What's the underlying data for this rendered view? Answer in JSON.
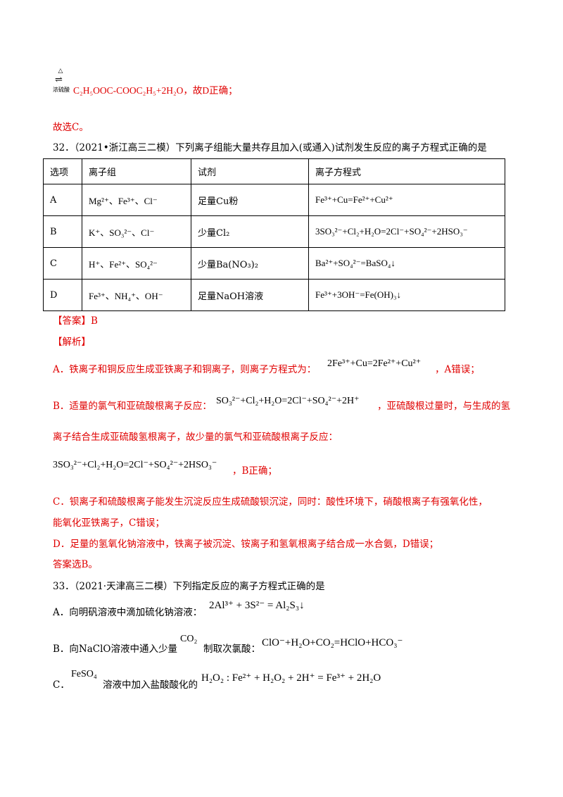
{
  "top": {
    "delta": "△",
    "eq": "⇌",
    "catalyst": "浓硫酸",
    "product": "C₂H₅OOC-COOC₂H₅+2H₂O，故D正确；",
    "conclusion": "故选C。"
  },
  "q32": {
    "stem": "32．（2021•浙江高三二模）下列离子组能大量共存且加入(或通入)试剂发生反应的离子方程式正确的是",
    "headers": [
      "选项",
      "离子组",
      "试剂",
      "离子方程式"
    ],
    "rows": [
      {
        "opt": "A",
        "ions": "Mg²⁺、Fe³⁺、Cl⁻",
        "reagent": "足量Cu粉",
        "eq": "Fe³⁺+Cu=Fe²⁺+Cu²⁺"
      },
      {
        "opt": "B",
        "ions": "K⁺、SO₃²⁻、Cl⁻",
        "reagent": "少量Cl₂",
        "eq": "3SO₃²⁻+Cl₂+H₂O=2Cl⁻+SO₄²⁻+2HSO₃⁻"
      },
      {
        "opt": "C",
        "ions": "H⁺、Fe²⁺、SO₄²⁻",
        "reagent": "少量Ba(NO₃)₂",
        "eq": "Ba²⁺+SO₄²⁻=BaSO₄↓"
      },
      {
        "opt": "D",
        "ions": "Fe³⁺、NH₄⁺、OH⁻",
        "reagent": "足量NaOH溶液",
        "eq": "Fe³⁺+3OH⁻=Fe(OH)₃↓"
      }
    ],
    "answer": "【答案】B",
    "analysis_title": "【解析】",
    "analysis": {
      "a_text": "A．铁离子和铜反应生成亚铁离子和铜离子，则离子方程式为：",
      "a_eq": "2Fe³⁺+Cu=2Fe²⁺+Cu²⁺",
      "a_tail": "，A错误；",
      "b_text": "B．适量的氯气和亚硫酸根离子反应：",
      "b_eq": "SO₃²⁻+Cl₂+H₂O=2Cl⁻+SO₄²⁻+2H⁺",
      "b_tail": "，亚硫酸根过量时，与生成的氢",
      "b_line2": "离子结合生成亚硫酸氢根离子，故少量的氯气和亚硫酸根离子反应：",
      "b_eq2": "3SO₃²⁻+Cl₂+H₂O=2Cl⁻+SO₄²⁻+2HSO₃⁻",
      "b_tail2": "，B正确；",
      "c_line1": "C．钡离子和硫酸根离子能发生沉淀反应生成硫酸钡沉淀，同时：酸性环境下，硝酸根离子有强氧化性，",
      "c_line2": "能氧化亚铁离子，C错误；",
      "d_line": "D．足量的氢氧化钠溶液中，铁离子被沉淀、铵离子和氢氧根离子结合成一水合氨，D错误；",
      "final": "答案选B。"
    }
  },
  "q33": {
    "stem": "33．（2021·天津高三二模）下列指定反应的离子方程式正确的是",
    "a_text": "A．向明矾溶液中滴加硫化钠溶液：",
    "a_eq": "2Al³⁺ + 3S²⁻ = Al₂S₃↓",
    "b_text1": "B．向NaClO溶液中通入少量",
    "b_co2": "CO₂",
    "b_text2": "制取次氯酸：",
    "b_eq": "ClO⁻+H₂O+CO₂=HClO+HCO₃⁻",
    "c_label": "C．",
    "c_reagent": "FeSO₄",
    "c_text": "溶液中加入盐酸酸化的",
    "c_eq": "H₂O₂ : Fe²⁺ + H₂O₂ + 2H⁺ = Fe³⁺ + 2H₂O"
  }
}
